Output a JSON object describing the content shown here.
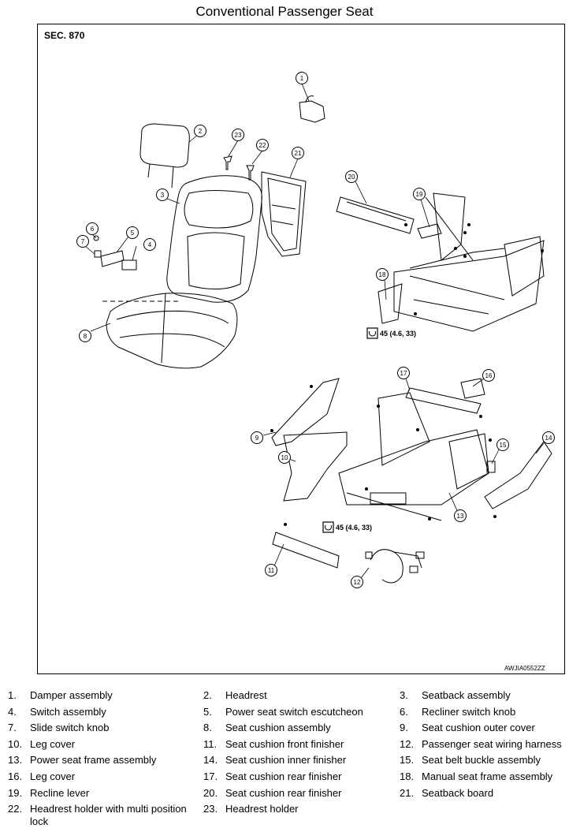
{
  "title": "Conventional Passenger Seat",
  "section": "SEC. 870",
  "figure_id": "AWJIA0552ZZ",
  "torque_label": "45 (4.6, 33)",
  "callouts": [
    "1",
    "2",
    "3",
    "4",
    "5",
    "6",
    "7",
    "8",
    "9",
    "10",
    "11",
    "12",
    "13",
    "14",
    "15",
    "16",
    "17",
    "18",
    "19",
    "20",
    "21",
    "22",
    "23"
  ],
  "legend": [
    {
      "num": "1.",
      "label": "Damper assembly"
    },
    {
      "num": "2.",
      "label": "Headrest"
    },
    {
      "num": "3.",
      "label": "Seatback assembly"
    },
    {
      "num": "4.",
      "label": "Switch assembly"
    },
    {
      "num": "5.",
      "label": "Power seat switch escutcheon"
    },
    {
      "num": "6.",
      "label": "Recliner switch knob"
    },
    {
      "num": "7.",
      "label": "Slide switch knob"
    },
    {
      "num": "8.",
      "label": "Seat cushion assembly"
    },
    {
      "num": "9.",
      "label": "Seat cushion outer cover"
    },
    {
      "num": "10.",
      "label": "Leg cover"
    },
    {
      "num": "11.",
      "label": "Seat cushion front finisher"
    },
    {
      "num": "12.",
      "label": "Passenger seat wiring harness"
    },
    {
      "num": "13.",
      "label": "Power seat frame assembly"
    },
    {
      "num": "14.",
      "label": "Seat cushion inner finisher"
    },
    {
      "num": "15.",
      "label": "Seat belt buckle assembly"
    },
    {
      "num": "16.",
      "label": "Leg cover"
    },
    {
      "num": "17.",
      "label": "Seat cushion rear finisher"
    },
    {
      "num": "18.",
      "label": "Manual seat frame assembly"
    },
    {
      "num": "19.",
      "label": "Recline lever"
    },
    {
      "num": "20.",
      "label": "Seat cushion rear finisher"
    },
    {
      "num": "21.",
      "label": "Seatback board"
    },
    {
      "num": "22.",
      "label": "Headrest holder with multi position lock"
    },
    {
      "num": "23.",
      "label": "Headrest holder"
    }
  ]
}
